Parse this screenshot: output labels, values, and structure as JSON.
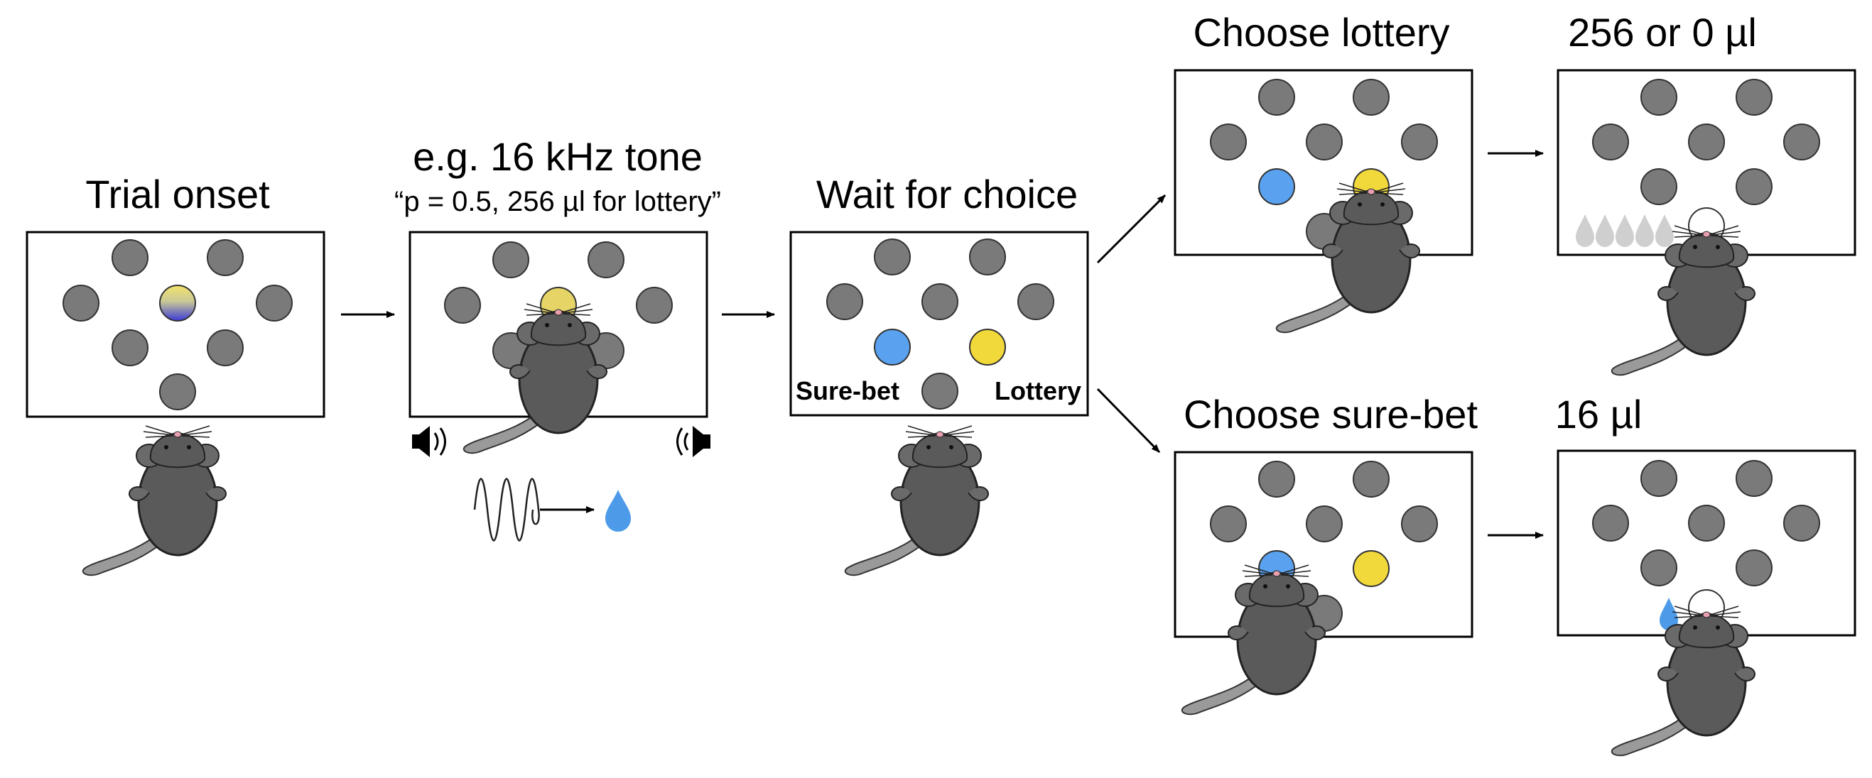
{
  "stages": {
    "trial_onset": {
      "title": "Trial onset"
    },
    "tone": {
      "title": "e.g. 16 kHz tone",
      "subtitle": "“p = 0.5, 256 µl for lottery”"
    },
    "wait": {
      "title": "Wait for choice",
      "left_label": "Sure-bet",
      "right_label": "Lottery"
    },
    "choose_lottery": {
      "title": "Choose lottery"
    },
    "lottery_outcome": {
      "title": "256 or 0 µl"
    },
    "choose_surebet": {
      "title": "Choose sure-bet"
    },
    "surebet_outcome": {
      "title": "16 µl"
    }
  },
  "colors": {
    "port_gray": "#7a7a7a",
    "sure_bet_blue": "#5aa2f0",
    "lottery_yellow": "#f2d93b",
    "water_drop_blue": "#4d9be8",
    "water_drop_gray": "#cfcfcf",
    "mouse_body": "#5a5a5a"
  },
  "icons": [
    "mouse-icon",
    "speaker-icon",
    "sine-wave-icon",
    "water-drop-icon",
    "arrow-icon"
  ]
}
